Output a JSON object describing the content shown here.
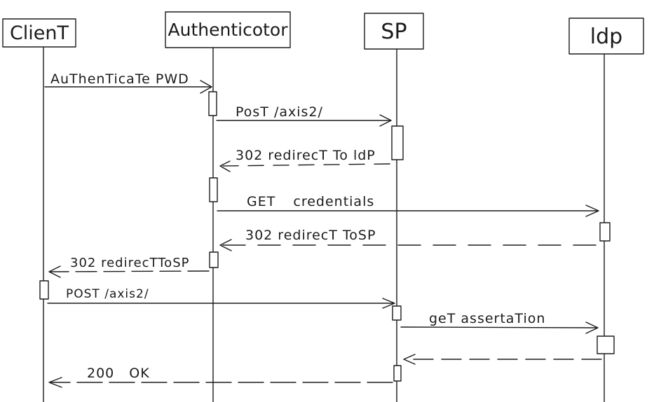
{
  "actors": [
    {
      "id": "client",
      "label": "ClienT"
    },
    {
      "id": "authenticator",
      "label": "Authenticotor"
    },
    {
      "id": "sp",
      "label": "SP"
    },
    {
      "id": "idp",
      "label": "ldp"
    }
  ],
  "messages": [
    {
      "from": "client",
      "to": "authenticator",
      "label": "AuThenTicaTe PWD",
      "style": "solid"
    },
    {
      "from": "authenticator",
      "to": "sp",
      "label": "PosT /axis2/",
      "style": "solid"
    },
    {
      "from": "sp",
      "to": "authenticator",
      "label": "302 redirecT To ldP",
      "style": "dashed"
    },
    {
      "from": "authenticator",
      "to": "idp",
      "label": "GET credentials",
      "style": "solid"
    },
    {
      "from": "idp",
      "to": "authenticator",
      "label": "302 redirecT ToSP",
      "style": "dashed"
    },
    {
      "from": "authenticator",
      "to": "client",
      "label": "302 redirecTToSP",
      "style": "dashed"
    },
    {
      "from": "client",
      "to": "sp",
      "label": "POST /axis2/",
      "style": "solid"
    },
    {
      "from": "sp",
      "to": "idp",
      "label": "geT assertaTion",
      "style": "solid"
    },
    {
      "from": "idp",
      "to": "sp",
      "label": "",
      "style": "dashed"
    },
    {
      "from": "sp",
      "to": "client",
      "label": "200 OK",
      "style": "dashed"
    }
  ]
}
